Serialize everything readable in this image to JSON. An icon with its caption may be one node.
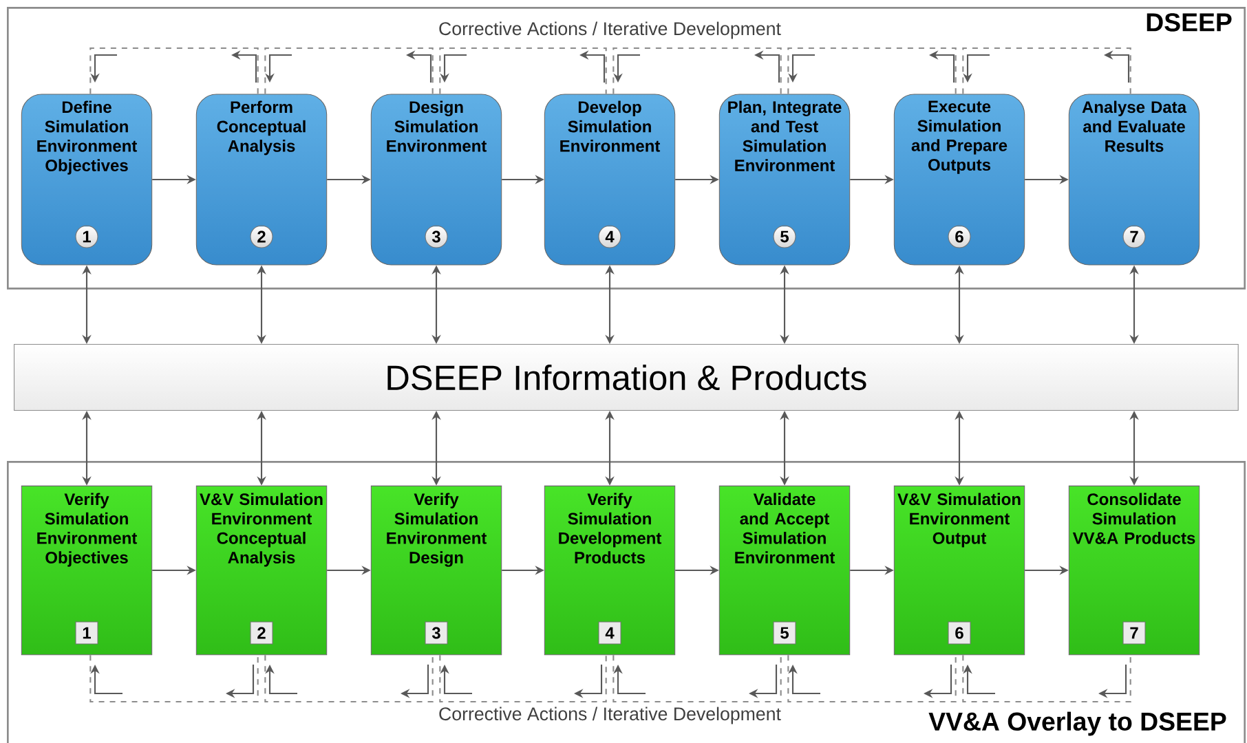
{
  "diagram": {
    "nodes": [
      {
        "text": [
          "DSEEP"
        ]
      },
      {
        "text": [
          "Define Simulation Environment Objectives",
          "1"
        ],
        "in": 0
      },
      {
        "text": [
          "Perform Conceptual Analysis",
          "2"
        ],
        "in": 0
      },
      {
        "text": [
          "Design Simulation Environment",
          "3"
        ],
        "in": 0
      },
      {
        "text": [
          "Develop Simulation Environment",
          "4"
        ],
        "in": 0
      },
      {
        "text": [
          "Plan, Integrate and Test Simulation Environment",
          "5"
        ],
        "in": 0
      },
      {
        "text": [
          "Execute Simulation and Prepare Outputs",
          "6"
        ],
        "in": 0
      },
      {
        "text": [
          "Analyse Data and Evaluate Results",
          "7"
        ],
        "in": 0
      },
      {
        "text": [
          "DSEEP Information & Products"
        ]
      },
      {
        "text": [
          "VV&A Overlay to DSEEP"
        ]
      },
      {
        "text": [
          "Verify Simulation Environment Objectives",
          "1"
        ],
        "in": 9
      },
      {
        "text": [
          "V&V Simulation Environment Conceptual Analysis",
          "2"
        ],
        "in": 9
      },
      {
        "text": [
          "Verify Simulation Environment Design",
          "3"
        ],
        "in": 9
      },
      {
        "text": [
          "Verify Simulation Development Products",
          "4"
        ],
        "in": 9
      },
      {
        "text": [
          "Validate and Accept Simulation Environment",
          "5"
        ],
        "in": 9
      },
      {
        "text": [
          "V&V Simulation Environment Output",
          "6"
        ],
        "in": 9
      },
      {
        "text": [
          "Consolidate Simulation VV&A Products",
          "7"
        ],
        "in": 9
      }
    ],
    "edges": [
      {
        "from": 1,
        "to": 2,
        "arrow": "to"
      },
      {
        "from": 2,
        "to": 3,
        "arrow": "to"
      },
      {
        "from": 3,
        "to": 4,
        "arrow": "to"
      },
      {
        "from": 4,
        "to": 5,
        "arrow": "to"
      },
      {
        "from": 5,
        "to": 6,
        "arrow": "to"
      },
      {
        "from": 6,
        "to": 7,
        "arrow": "to"
      },
      {
        "from": 1,
        "to": 8,
        "arrow": "both"
      },
      {
        "from": 2,
        "to": 8,
        "arrow": "both"
      },
      {
        "from": 3,
        "to": 8,
        "arrow": "both"
      },
      {
        "from": 4,
        "to": 8,
        "arrow": "both"
      },
      {
        "from": 5,
        "to": 8,
        "arrow": "both"
      },
      {
        "from": 6,
        "to": 8,
        "arrow": "both"
      },
      {
        "from": 7,
        "to": 8,
        "arrow": "both"
      },
      {
        "from": 8,
        "to": 10,
        "arrow": "both"
      },
      {
        "from": 8,
        "to": 11,
        "arrow": "both"
      },
      {
        "from": 8,
        "to": 12,
        "arrow": "both"
      },
      {
        "from": 8,
        "to": 13,
        "arrow": "both"
      },
      {
        "from": 8,
        "to": 14,
        "arrow": "both"
      },
      {
        "from": 8,
        "to": 15,
        "arrow": "both"
      },
      {
        "from": 8,
        "to": 16,
        "arrow": "both"
      },
      {
        "from": 10,
        "to": 11,
        "arrow": "to"
      },
      {
        "from": 11,
        "to": 12,
        "arrow": "to"
      },
      {
        "from": 12,
        "to": 13,
        "arrow": "to"
      },
      {
        "from": 13,
        "to": 14,
        "arrow": "to"
      },
      {
        "from": 14,
        "to": 15,
        "arrow": "to"
      },
      {
        "from": 15,
        "to": 16,
        "arrow": "to"
      },
      {
        "from": 1,
        "to": 2,
        "arrow": "none",
        "style": "dashed"
      },
      {
        "from": 2,
        "to": 3,
        "arrow": "none",
        "style": "dashed"
      },
      {
        "from": 3,
        "to": 4,
        "arrow": "none",
        "style": "dashed"
      },
      {
        "from": 4,
        "to": 5,
        "arrow": "none",
        "style": "dashed"
      },
      {
        "from": 5,
        "to": 6,
        "arrow": "none",
        "style": "dashed"
      },
      {
        "from": 6,
        "to": 7,
        "arrow": "none",
        "style": "dashed"
      },
      {
        "from": 10,
        "to": 11,
        "arrow": "none",
        "style": "dashed"
      },
      {
        "from": 11,
        "to": 12,
        "arrow": "none",
        "style": "dashed"
      },
      {
        "from": 12,
        "to": 13,
        "arrow": "none",
        "style": "dashed"
      },
      {
        "from": 13,
        "to": 14,
        "arrow": "none",
        "style": "dashed"
      },
      {
        "from": 14,
        "to": 15,
        "arrow": "none",
        "style": "dashed"
      },
      {
        "from": 15,
        "to": 16,
        "arrow": "none",
        "style": "dashed"
      }
    ],
    "labels": [
      "Corrective Actions / Iterative Development",
      "Corrective Actions / Iterative Development"
    ]
  }
}
